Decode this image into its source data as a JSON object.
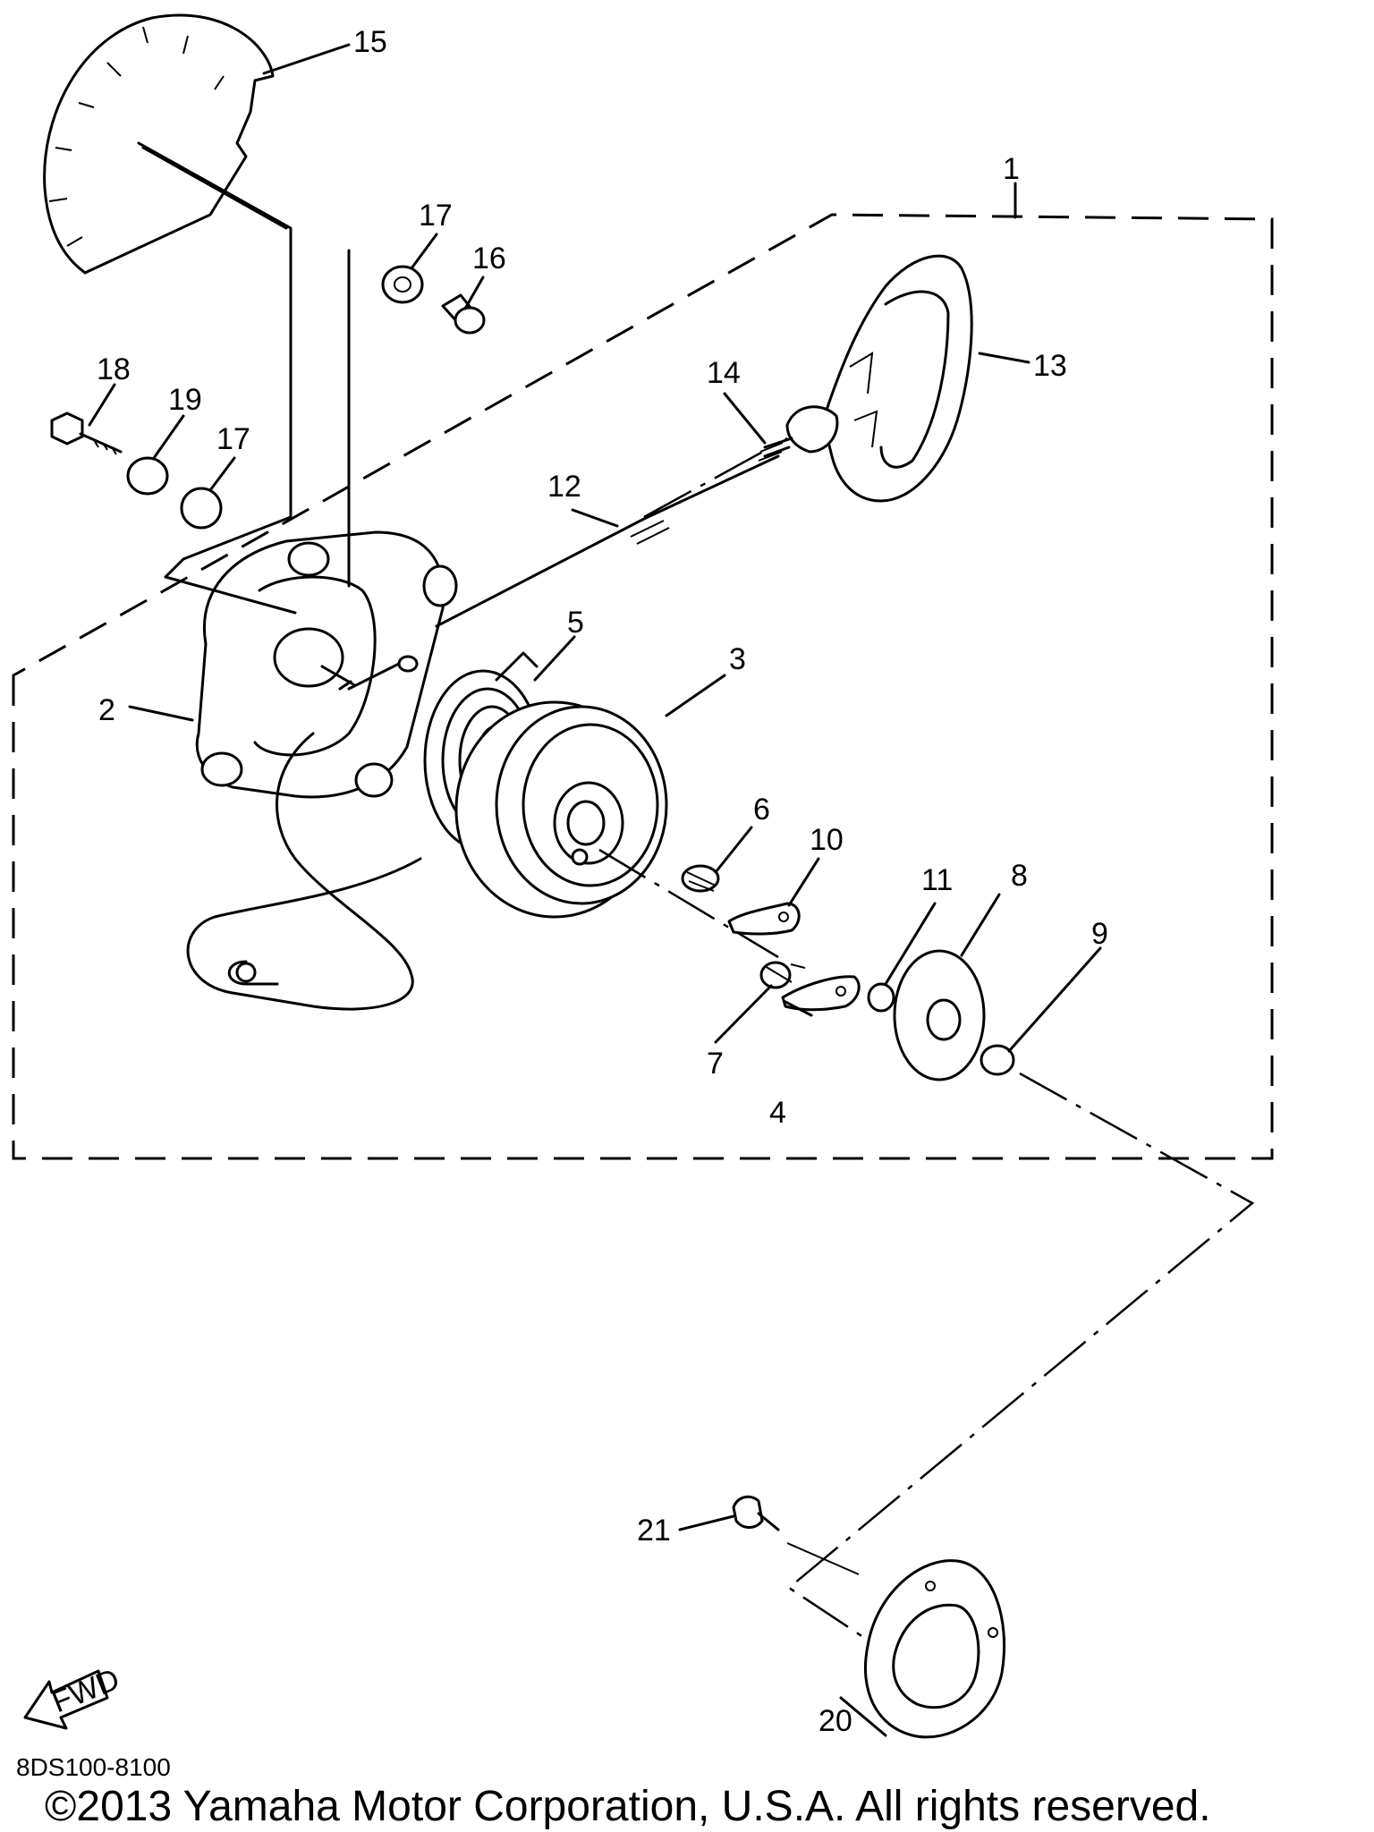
{
  "diagram": {
    "callouts": [
      "1",
      "2",
      "3",
      "4",
      "5",
      "6",
      "7",
      "8",
      "9",
      "10",
      "11",
      "12",
      "13",
      "14",
      "15",
      "16",
      "17",
      "17",
      "18",
      "19",
      "20",
      "21"
    ],
    "fwd_label": "FWD"
  },
  "footer": {
    "drawing_code": "8DS100-8100",
    "copyright": "©2013 Yamaha Motor Corporation, U.S.A. All rights reserved."
  }
}
